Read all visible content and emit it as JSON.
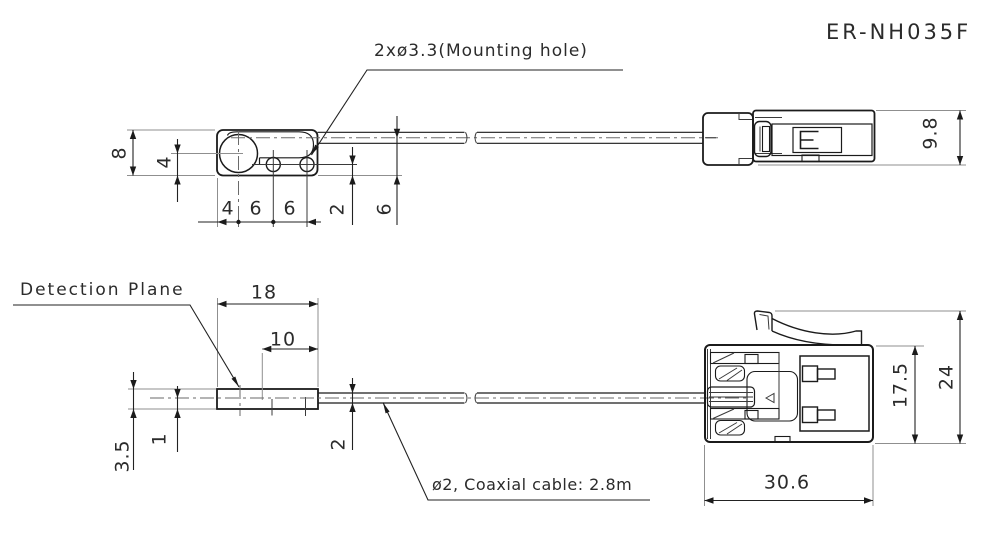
{
  "title": "ER-NH035F",
  "colors": {
    "line": "#1b1b1b",
    "extension": "#8f8f8f",
    "background": "#ffffff"
  },
  "top_view": {
    "mounting_note": "2xø3.3(Mounting hole)",
    "dim_height": "8",
    "dim_lens_center": "4",
    "dim_chain": [
      "4",
      "6",
      "6"
    ],
    "dim_hole_bottom": "2",
    "dim_cable_axis": "6",
    "dim_connector_height": "9.8"
  },
  "bottom_view": {
    "detection_label": "Detection Plane",
    "dim_length": "18",
    "dim_window": "10",
    "dim_thickness": "3.5",
    "dim_cable_offset": "1",
    "dim_cable_dia": "2",
    "cable_note": "ø2, Coaxial cable: 2.8m",
    "dim_conn_body_height": "17.5",
    "dim_conn_overall_height": "24",
    "dim_conn_width": "30.6"
  }
}
